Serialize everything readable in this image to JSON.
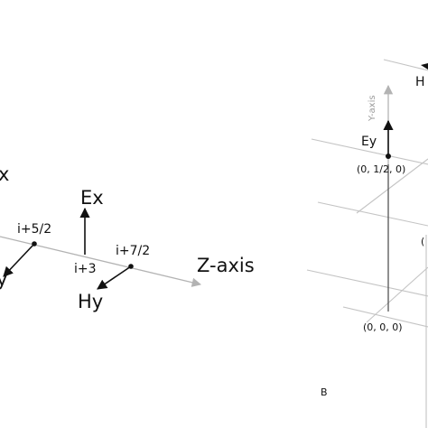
{
  "panel_a": {
    "axis_label": "Z-axis",
    "partial_ex_label": "x",
    "partial_hy_label": "y",
    "node_labels": {
      "i_plus_5_2": "i+5/2",
      "i_plus_3": "i+3",
      "i_plus_7_2": "i+7/2"
    },
    "field_labels": {
      "ex": "Ex",
      "hy": "Hy"
    }
  },
  "panel_b": {
    "panel_letter": "B",
    "axis_label": "Y-axis",
    "field_labels": {
      "ey": "Ey",
      "h_partial": "H"
    },
    "point_labels": {
      "origin": "(0, 0, 0)",
      "mid_y": "(0, 1/2, 0)",
      "partial_right": "("
    }
  },
  "colors": {
    "ink": "#111111",
    "axis_gray": "#b3b3b3",
    "axis_label_gray": "#9a9a9a",
    "background": "#ffffff"
  }
}
